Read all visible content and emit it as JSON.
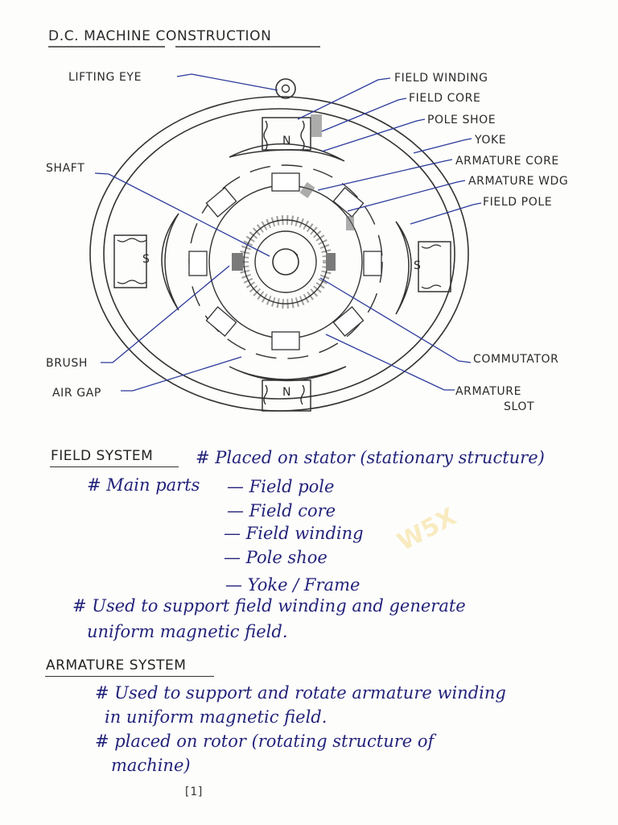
{
  "title": "D.C. MACHINE  CONSTRUCTION",
  "diagram": {
    "pole_letters": {
      "top": "N",
      "bottom": "N",
      "left": "S",
      "right": "S"
    },
    "labels": {
      "lifting_eye": "LIFTING EYE",
      "field_winding": "FIELD WINDING",
      "field_core": "FIELD CORE",
      "pole_shoe": "POLE SHOE",
      "yoke": "YOKE",
      "armature_core": "ARMATURE CORE",
      "armature_wdg": "ARMATURE WDG",
      "field_pole": "FIELD POLE",
      "shaft": "SHAFT",
      "brush": "BRUSH",
      "air_gap": "AIR GAP",
      "commutator": "COMMUTATOR",
      "armature_slot_1": "ARMATURE",
      "armature_slot_2": "SLOT"
    }
  },
  "field_system": {
    "heading": "FIELD SYSTEM",
    "placement": "# Placed on stator (stationary structure)",
    "main_parts_label": "# Main parts",
    "parts": [
      "— Field pole",
      "— Field core",
      "— Field winding",
      "— Pole shoe",
      "— Yoke / Frame"
    ],
    "purpose_1": "# Used to support field winding and generate",
    "purpose_2": "uniform magnetic field."
  },
  "armature_system": {
    "heading": "ARMATURE SYSTEM",
    "purpose_1": "# Used to support and rotate armature winding",
    "purpose_2": "in uniform magnetic field.",
    "placement_1": "# placed on rotor (rotating structure of",
    "placement_2": "machine)"
  },
  "page_number": "[1]",
  "watermark": "W5X",
  "colors": {
    "pencil": "#2a2a2a",
    "ink": "#23237a",
    "leader": "#2b3a9a"
  }
}
